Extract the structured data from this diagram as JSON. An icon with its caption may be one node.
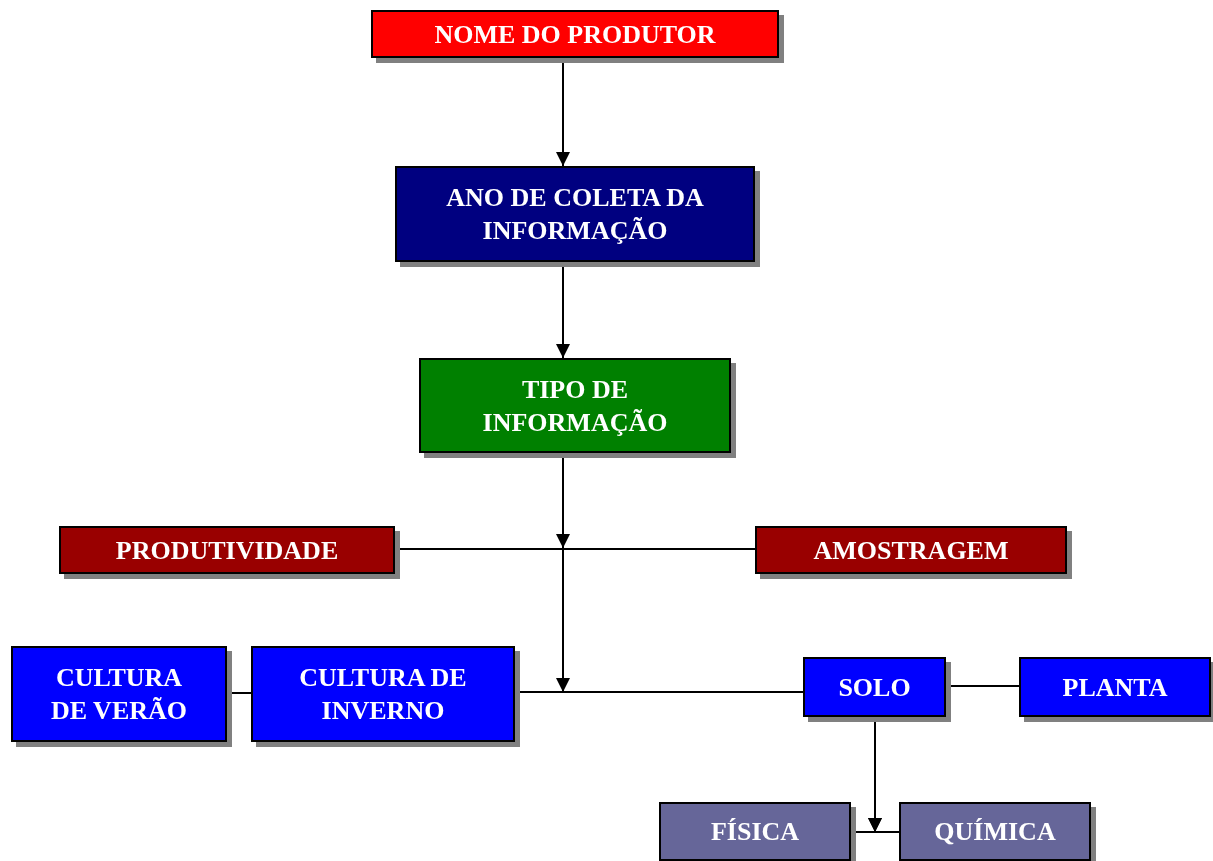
{
  "diagram": {
    "nodes": [
      {
        "text": [
          "NOME DO PRODUTOR"
        ]
      },
      {
        "text": [
          "ANO DE COLETA DA INFORMAÇÃO"
        ]
      },
      {
        "text": [
          "TIPO DE INFORMAÇÃO"
        ]
      },
      {
        "text": [
          "PRODUTIVIDADE"
        ]
      },
      {
        "text": [
          "AMOSTRAGEM"
        ]
      },
      {
        "text": [
          "CULTURA DE VERÃO"
        ]
      },
      {
        "text": [
          "CULTURA DE INVERNO"
        ]
      },
      {
        "text": [
          "SOLO"
        ]
      },
      {
        "text": [
          "PLANTA"
        ]
      },
      {
        "text": [
          "FÍSICA"
        ]
      },
      {
        "text": [
          "QUÍMICA"
        ]
      }
    ],
    "edges": [
      {
        "from": 0,
        "to": 1,
        "arrow": "to"
      },
      {
        "from": 1,
        "to": 2,
        "arrow": "to"
      },
      {
        "from": 2,
        "to": null,
        "arrow": "to"
      },
      {
        "from": 3,
        "to": 4,
        "arrow": "none"
      },
      {
        "from": 5,
        "to": 6,
        "arrow": "none"
      },
      {
        "from": 6,
        "to": 7,
        "arrow": "none"
      },
      {
        "from": 7,
        "to": 8,
        "arrow": "none"
      },
      {
        "from": 7,
        "to": 9,
        "arrow": "to"
      },
      {
        "from": 7,
        "to": 10,
        "arrow": "to"
      },
      {
        "from": 9,
        "to": 10,
        "arrow": "none"
      }
    ]
  }
}
